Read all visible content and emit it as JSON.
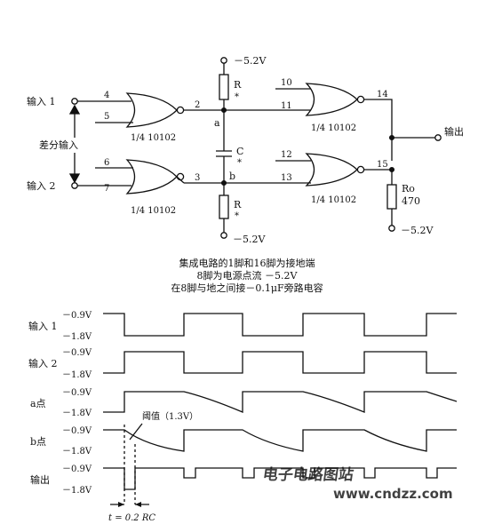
{
  "circuit": {
    "inputs": [
      "输入 1",
      "输入 2"
    ],
    "diff_input": "差分输入",
    "output": "输出",
    "supply_top": "－5.2V",
    "supply_bottom": "－5.2V",
    "supply_out": "－5.2V",
    "gates": [
      "1/4 10102",
      "1/4 10102",
      "1/4 10102",
      "1/4 10102"
    ],
    "pins": {
      "p4": "4",
      "p5": "5",
      "p6": "6",
      "p7": "7",
      "p2": "2",
      "p3": "3",
      "p10": "10",
      "p11": "11",
      "p12": "12",
      "p13": "13",
      "p14": "14",
      "p15": "15"
    },
    "nodes": {
      "a": "a",
      "b": "b"
    },
    "r_top": "R",
    "r_top_star": "*",
    "r_bottom": "R",
    "r_bottom_star": "*",
    "cap": "C",
    "cap_star": "*",
    "ro": "Ro",
    "ro_value": "470"
  },
  "notes": [
    "集成电路的1脚和16脚为接地端",
    "8脚为电源点流 －5.2V",
    "在8脚与地之间接－0.1μF旁路电容"
  ],
  "waveforms": {
    "rows": [
      {
        "label": "输入 1",
        "high": "－0.9V",
        "low": "－1.8V"
      },
      {
        "label": "输入 2",
        "high": "－0.9V",
        "low": "－1.8V"
      },
      {
        "label": "a点",
        "high": "－0.9V",
        "low": "－1.8V"
      },
      {
        "label": "b点",
        "high": "－0.9V",
        "low": "－1.8V"
      },
      {
        "label": "输出",
        "high": "－0.9V",
        "low": "－1.8V"
      }
    ],
    "threshold": "阈值（1.3V）",
    "t_label": "t = 0.2 RC"
  },
  "watermark": {
    "line1": "电子电路图站",
    "line2": "www.cndzz.com"
  }
}
